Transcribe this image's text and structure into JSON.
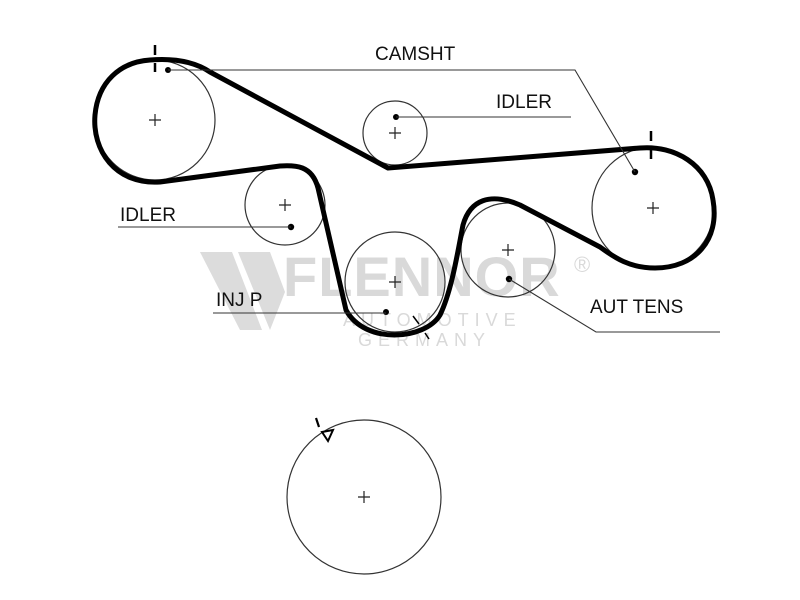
{
  "diagram": {
    "title": "Timing belt routing",
    "labels": {
      "camshaft": "CAMSHT",
      "idler_top": "IDLER",
      "idler_left": "IDLER",
      "injection_pump": "INJ P",
      "auto_tensioner": "AUT TENS"
    },
    "watermark": {
      "brand": "FLENNOR",
      "registered": "®",
      "line1": "AUTOMOTIVE",
      "line2": "GERMANY"
    },
    "colors": {
      "belt": "#000000",
      "pulley": "#333333",
      "text": "#111111",
      "watermark": "#d9d9d9"
    }
  }
}
